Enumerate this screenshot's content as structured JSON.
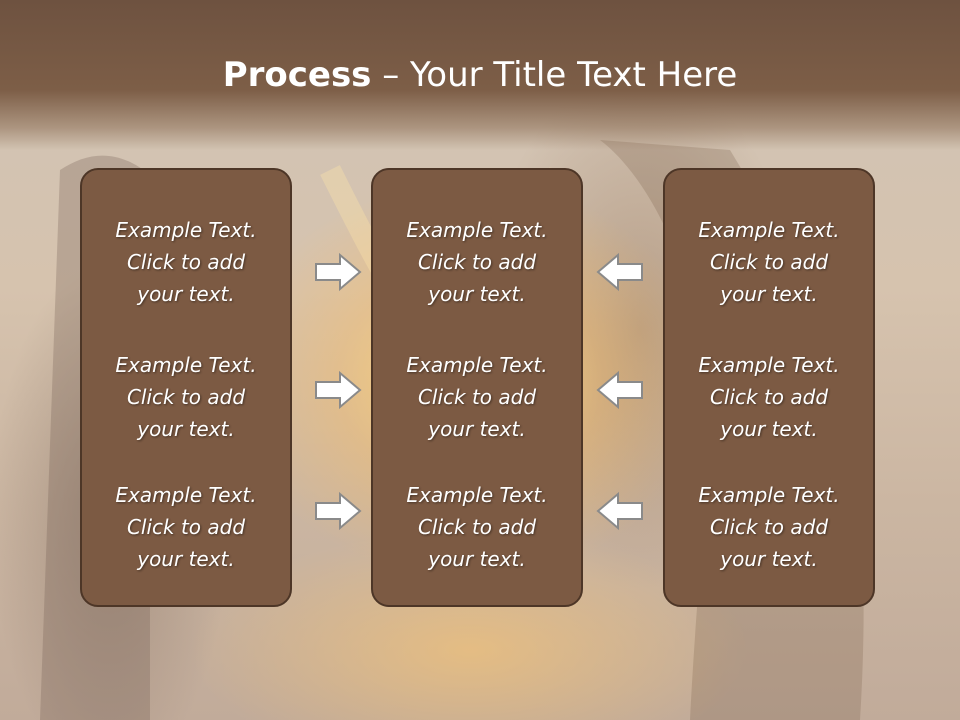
{
  "title": {
    "bold": "Process",
    "rest": " – Your Title Text Here"
  },
  "columns": [
    {
      "items": [
        [
          "Example Text.",
          "Click  to add",
          "your text."
        ],
        [
          "Example Text.",
          "Click  to add",
          "your text."
        ],
        [
          "Example Text.",
          "Click  to add",
          "your text."
        ]
      ]
    },
    {
      "items": [
        [
          "Example Text.",
          "Click  to add",
          "your text."
        ],
        [
          "Example Text.",
          "Click  to add",
          "your text."
        ],
        [
          "Example Text.",
          "Click  to add",
          "your text."
        ]
      ]
    },
    {
      "items": [
        [
          "Example Text.",
          "Click  to add",
          "your text."
        ],
        [
          "Example Text.",
          "Click  to add",
          "your text."
        ],
        [
          "Example Text.",
          "Click  to add",
          "your text."
        ]
      ]
    }
  ],
  "arrows": {
    "left_group": "arrow-right-icon",
    "right_group": "arrow-left-icon"
  },
  "colors": {
    "panel": "#7c5a43",
    "panel_border": "#4d3627",
    "title_bar": "#7d5e47",
    "text": "#ffffff"
  }
}
